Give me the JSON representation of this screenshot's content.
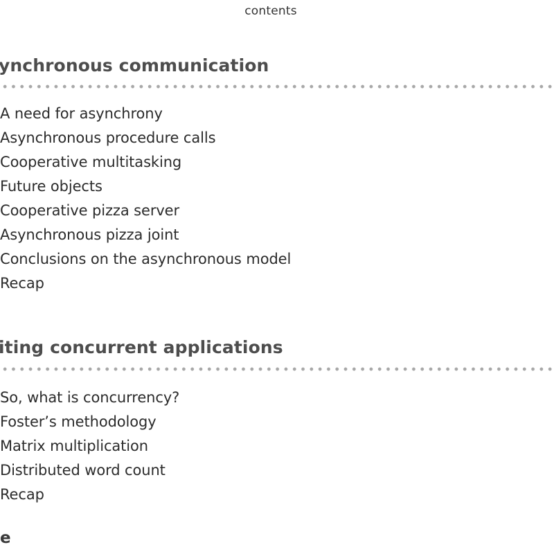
{
  "running_head": "contents",
  "sections": [
    {
      "title": "ynchronous communication",
      "items": [
        "A need for asynchrony",
        "Asynchronous procedure calls",
        "Cooperative multitasking",
        "Future objects",
        "Cooperative pizza server",
        "Asynchronous pizza joint",
        "Conclusions on the asynchronous model",
        "Recap"
      ]
    },
    {
      "title": "iting concurrent applications",
      "items": [
        "So, what is concurrency?",
        "Foster’s methodology",
        "Matrix multiplication",
        "Distributed word count",
        "Recap"
      ]
    }
  ],
  "trailing_heading": "e"
}
